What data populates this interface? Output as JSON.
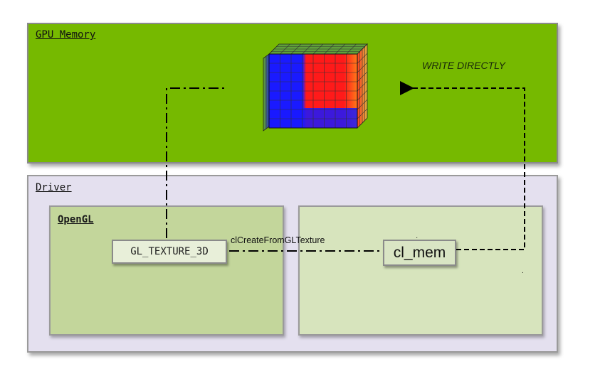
{
  "gpu_memory": {
    "title": "GPU Memory"
  },
  "driver": {
    "title": "Driver"
  },
  "opengl": {
    "title": "OpenGL"
  },
  "opencl": {
    "title": ""
  },
  "nodes": {
    "gl_texture": "GL_TEXTURE_3D",
    "cl_mem": "cl_mem"
  },
  "edges": {
    "write_directly": "WRITE DIRECTLY",
    "create_from_gl": "clCreateFromGLTexture"
  },
  "stray_marks": {
    "dot_a": "·",
    "dot_b": "."
  },
  "colors": {
    "gpu_bg": "#76b900",
    "driver_bg": "#e4e0ef",
    "opengl_bg": "#c3d69b",
    "opencl_bg": "#d7e4bd",
    "cube_red": "#ff1a1a",
    "cube_blue": "#1a1aff"
  }
}
